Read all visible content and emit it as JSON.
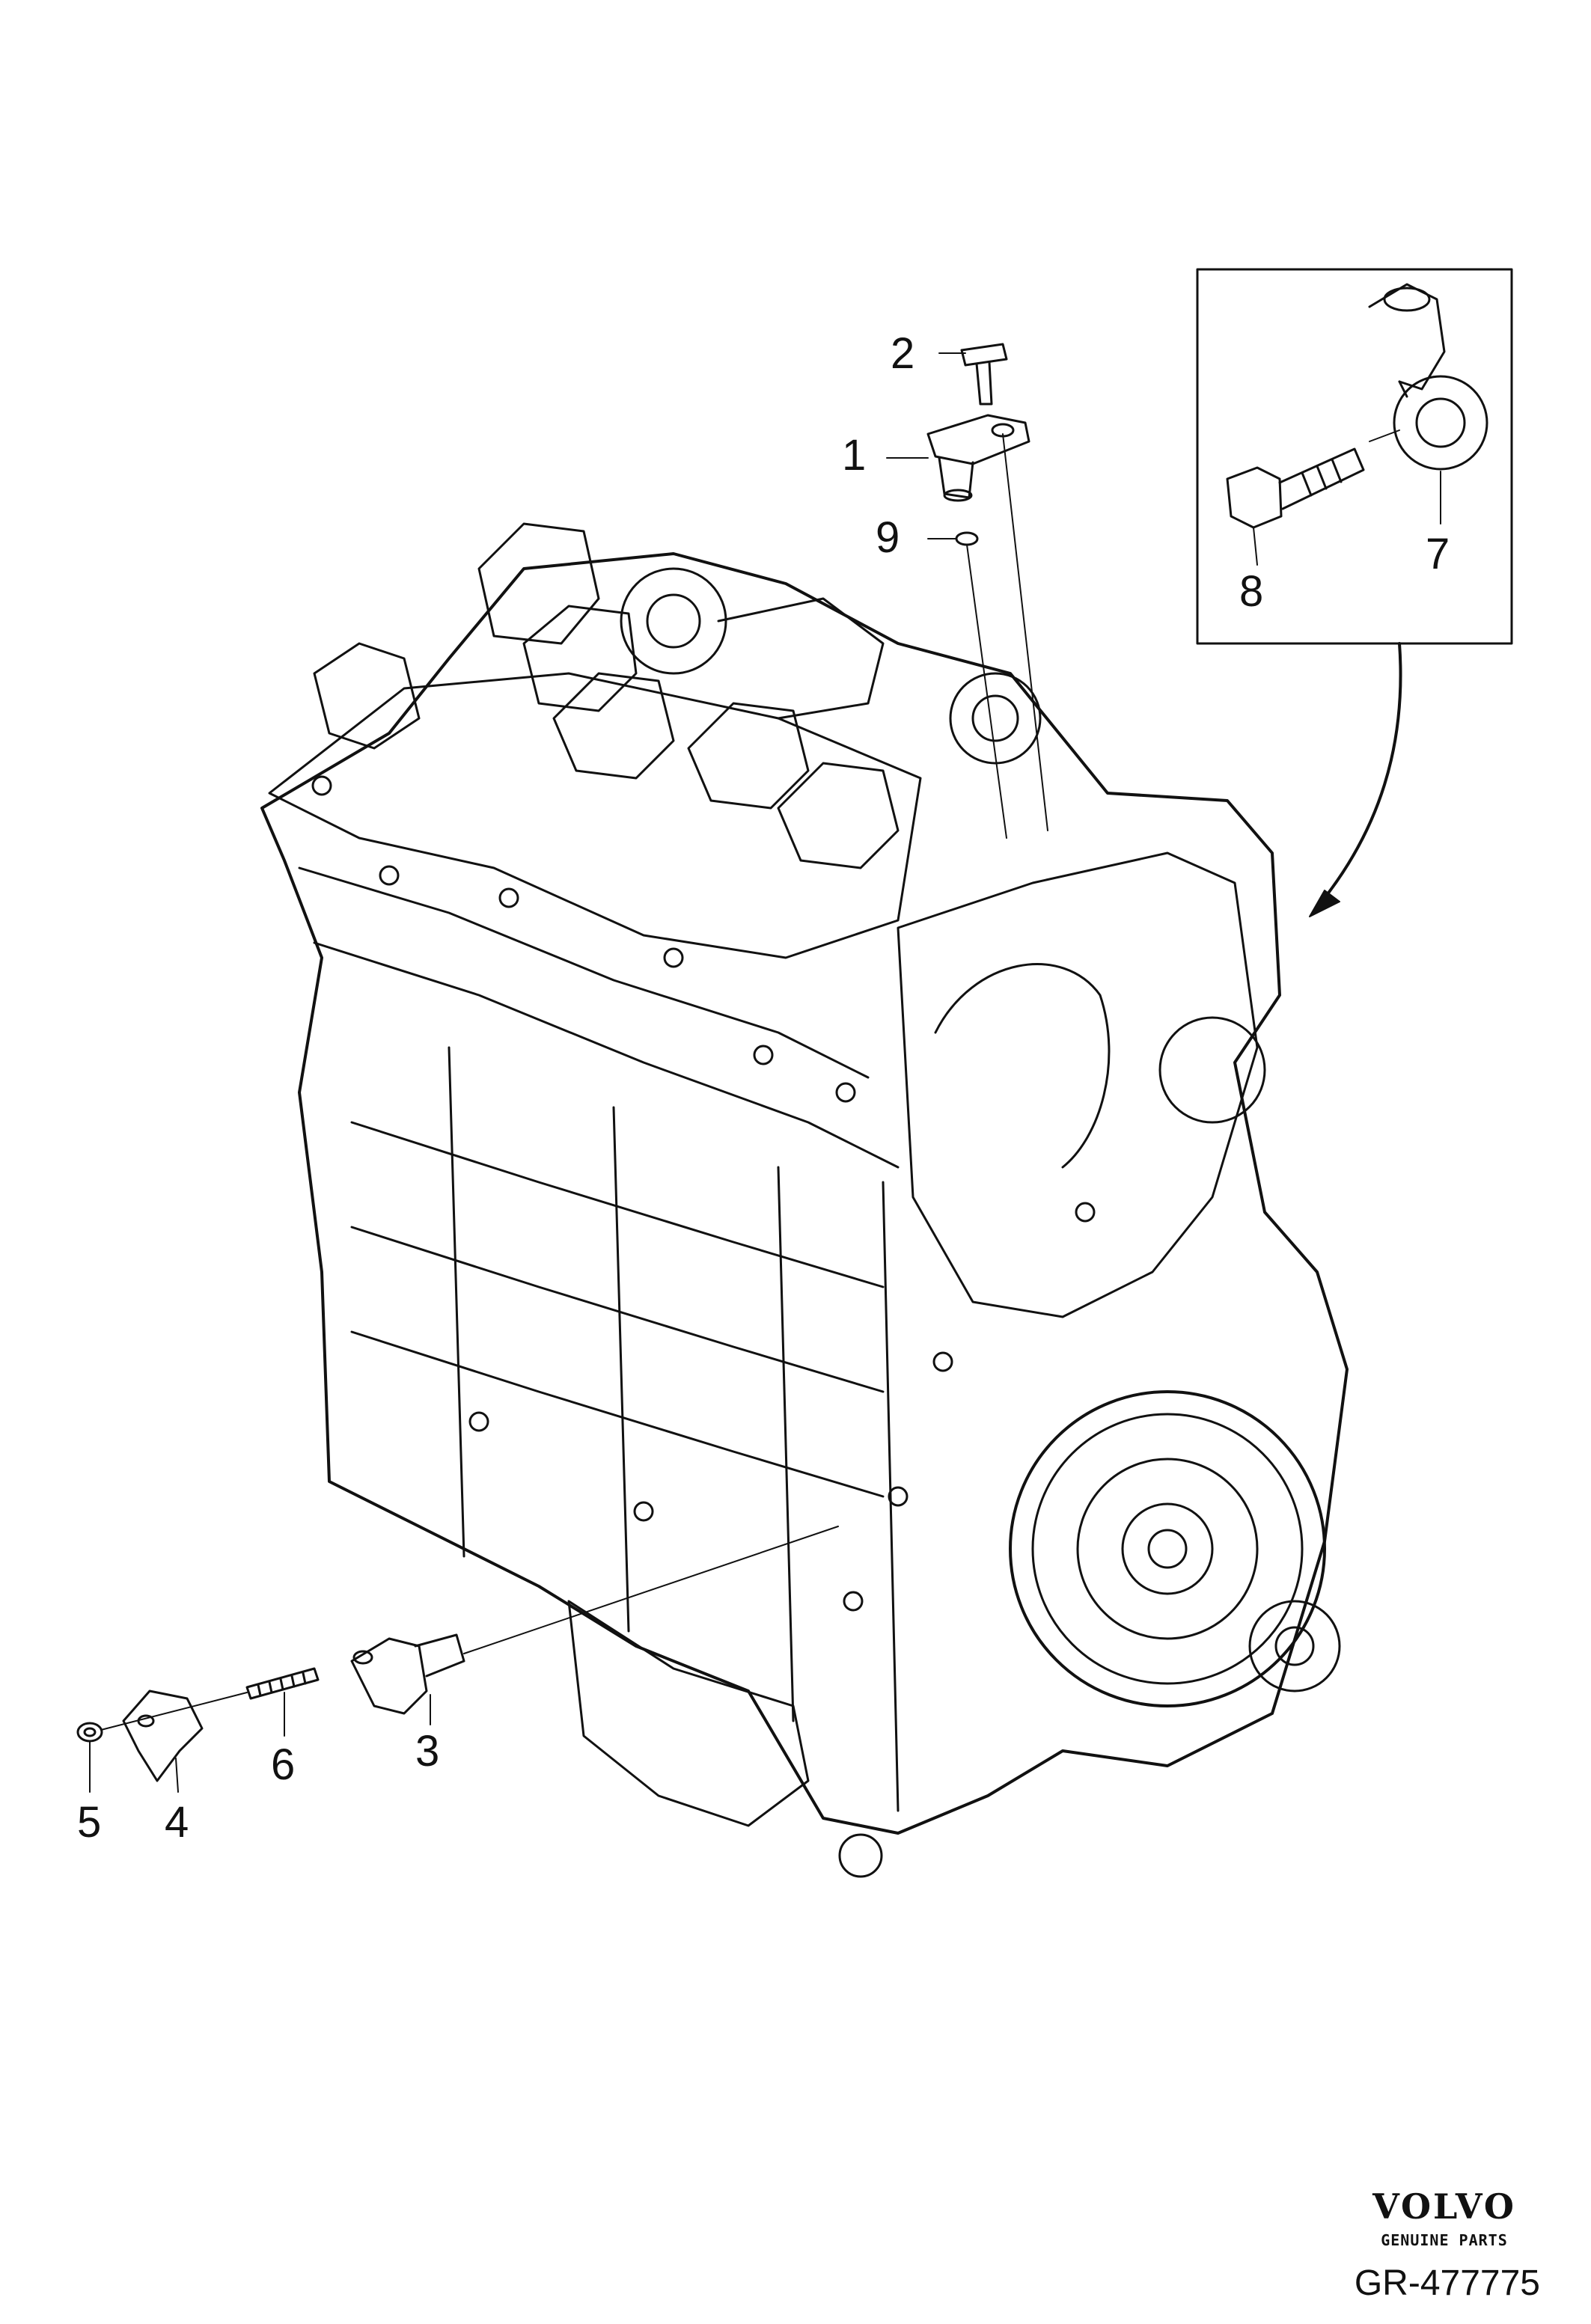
{
  "callouts": {
    "p1": "1",
    "p2": "2",
    "p3": "3",
    "p4": "4",
    "p5": "5",
    "p6": "6",
    "p7": "7",
    "p8": "8",
    "p9": "9"
  },
  "brand": {
    "name": "VOLVO",
    "tagline": "GENUINE PARTS"
  },
  "diagram_code": "GR-477775",
  "colors": {
    "line": "#111111",
    "background": "#ffffff"
  }
}
